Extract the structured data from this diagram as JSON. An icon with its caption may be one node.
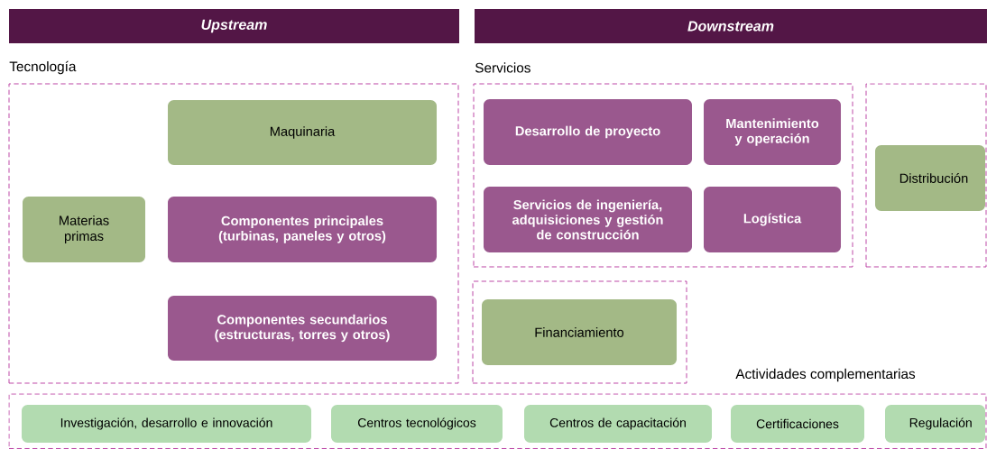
{
  "diagram": {
    "nodes": [
      {
        "text": [
          "Upstream"
        ]
      },
      {
        "text": [
          "Downstream"
        ]
      },
      {
        "text": [
          "Tecnología"
        ]
      },
      {
        "text": [
          "Materias primas"
        ],
        "in": 2
      },
      {
        "text": [
          "Maquinaria"
        ],
        "in": 2
      },
      {
        "text": [
          "Componentes principales (turbinas, paneles y otros)"
        ],
        "in": 2
      },
      {
        "text": [
          "Componentes secundarios (estructuras, torres y otros)"
        ],
        "in": 2
      },
      {
        "text": [
          "Servicios"
        ]
      },
      {
        "text": [
          "Desarrollo de proyecto"
        ],
        "in": 7
      },
      {
        "text": [
          "Mantenimiento y operación"
        ],
        "in": 7
      },
      {
        "text": [
          "Servicios de ingeniería, adquisiciones y gestión de construcción"
        ],
        "in": 7
      },
      {
        "text": [
          "Logística"
        ],
        "in": 7
      },
      {
        "text": [],
        "shape": "box"
      },
      {
        "text": [
          "Distribución"
        ],
        "in": 12
      },
      {
        "text": [],
        "shape": "box"
      },
      {
        "text": [
          "Financiamiento"
        ],
        "in": 14
      },
      {
        "text": [
          "Actividades complementarias"
        ]
      },
      {
        "text": [
          "Investigación, desarrollo e innovación"
        ],
        "in": 16
      },
      {
        "text": [
          "Centros tecnológicos"
        ],
        "in": 16
      },
      {
        "text": [
          "Centros de capacitación"
        ],
        "in": 16
      },
      {
        "text": [
          "Certificaciones"
        ],
        "in": 16
      },
      {
        "text": [
          "Regulación"
        ],
        "in": 16
      }
    ]
  }
}
